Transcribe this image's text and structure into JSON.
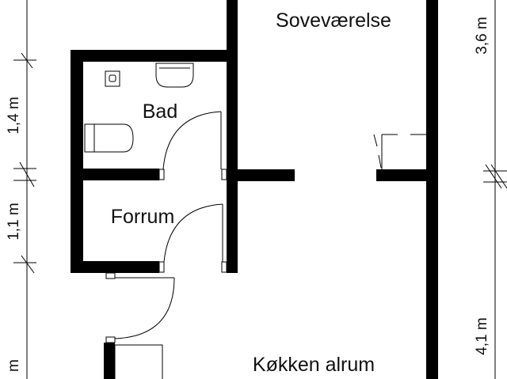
{
  "rooms": {
    "bedroom": "Soveværelse",
    "bathroom": "Bad",
    "hall": "Forrum",
    "kitchen": "Køkken alrum"
  },
  "dimensions": {
    "left_top": "1,4 m",
    "left_middle": "1,1 m",
    "left_bottom": "m",
    "right_top": "3,6 m",
    "right_bottom": "4,1 m"
  },
  "colors": {
    "wall": "#000000",
    "background": "#ffffff"
  }
}
